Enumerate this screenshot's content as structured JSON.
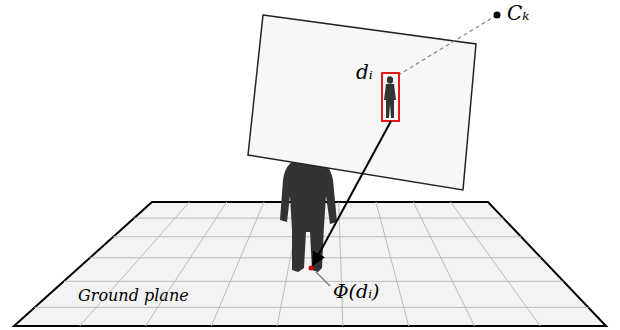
{
  "diagram": {
    "labels": [
      "Cₖ",
      "dᵢ",
      "Φ(dᵢ)",
      "Ground plane"
    ]
  }
}
